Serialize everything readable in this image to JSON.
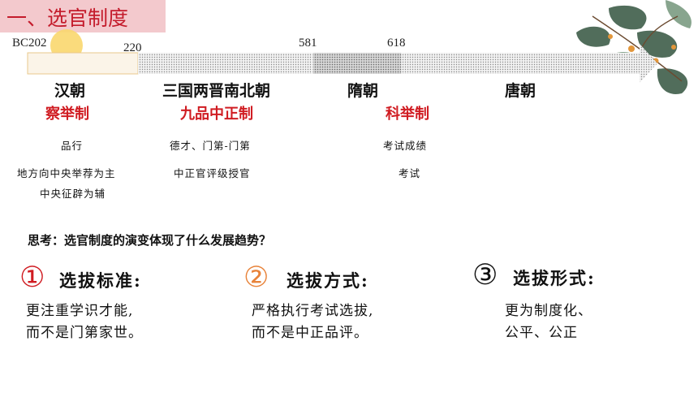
{
  "title": "一、选官制度",
  "years": [
    "BC202",
    "220",
    "581",
    "618"
  ],
  "dynasties": [
    "汉朝",
    "三国两晋南北朝",
    "隋朝",
    "唐朝"
  ],
  "systems": [
    "察举制",
    "九品中正制",
    "科举制"
  ],
  "notes": {
    "han_1": "品行",
    "han_2": "地方向中央举荐为主",
    "han_3": "中央征辟为辅",
    "wei_1": "德才、门第-门第",
    "wei_2": "中正官评级授官",
    "sui_1": "考试成绩",
    "sui_2": "考试"
  },
  "question": "思考：选官制度的演变体现了什么发展趋势？",
  "points": [
    {
      "number": "①",
      "heading": "选拔标准:",
      "line1": "更注重学识才能,",
      "line2": "而不是门第家世。",
      "color": "#d01c22"
    },
    {
      "number": "②",
      "heading": "选拔方式:",
      "line1": "严格执行考试选拔,",
      "line2": "而不是中正品评。",
      "color": "#e8833a"
    },
    {
      "number": "③",
      "heading": "选拔形式:",
      "line1": "更为制度化、",
      "line2": "公平、公正",
      "color": "#111111"
    }
  ],
  "colors": {
    "title_bg": "#f3c9cd",
    "title_text": "#c41c2c",
    "system_text": "#d01c22"
  }
}
